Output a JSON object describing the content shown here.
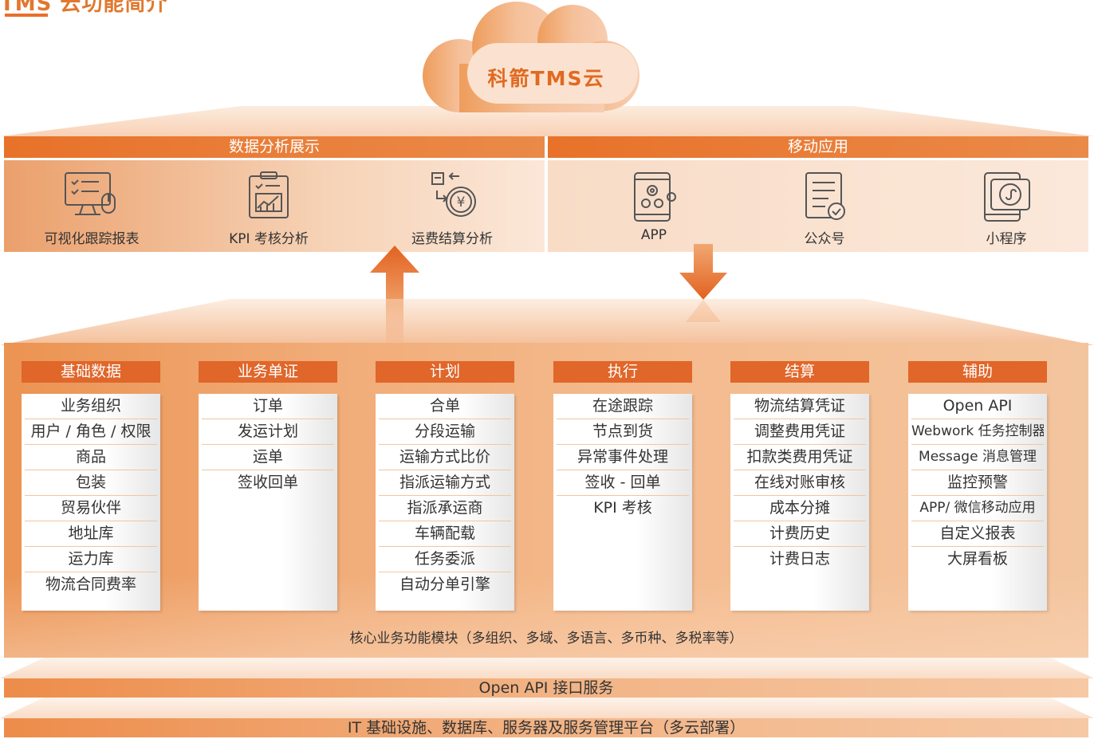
{
  "page": {
    "title": "TMS 云功能简介",
    "cloud_label": "科箭TMS云"
  },
  "colors": {
    "accent": "#e8702a",
    "header_dark": "#e0662a",
    "panel_light": "#fbe7d8"
  },
  "data_section": {
    "title": "数据分析展示",
    "items": [
      {
        "label": "可视化跟踪报表",
        "icon": "monitor-report-icon"
      },
      {
        "label": "KPI 考核分析",
        "icon": "clipboard-chart-icon"
      },
      {
        "label": "运费结算分析",
        "icon": "yuan-exchange-icon"
      }
    ]
  },
  "mobile_section": {
    "title": "移动应用",
    "items": [
      {
        "label": "APP",
        "icon": "tablet-gears-icon"
      },
      {
        "label": "公众号",
        "icon": "document-check-icon"
      },
      {
        "label": "小程序",
        "icon": "mini-program-icon"
      }
    ]
  },
  "modules": [
    {
      "title": "基础数据",
      "items": [
        "业务组织",
        "用户 / 角色 / 权限",
        "商品",
        "包装",
        "贸易伙伴",
        "地址库",
        "运力库",
        "物流合同费率"
      ]
    },
    {
      "title": "业务单证",
      "items": [
        "订单",
        "发运计划",
        "运单",
        "签收回单"
      ]
    },
    {
      "title": "计划",
      "items": [
        "合单",
        "分段运输",
        "运输方式比价",
        "指派运输方式",
        "指派承运商",
        "车辆配载",
        "任务委派",
        "自动分单引擎"
      ]
    },
    {
      "title": "执行",
      "items": [
        "在途跟踪",
        "节点到货",
        "异常事件处理",
        "签收 - 回单",
        "KPI 考核"
      ]
    },
    {
      "title": "结算",
      "items": [
        "物流结算凭证",
        "调整费用凭证",
        "扣款类费用凭证",
        "在线对账审核",
        "成本分摊",
        "计费历史",
        "计费日志"
      ]
    },
    {
      "title": "辅助",
      "items": [
        "Open API",
        "Webwork 任务控制器",
        "Message 消息管理",
        "监控预警",
        "APP/ 微信移动应用",
        "自定义报表",
        "大屏看板"
      ]
    }
  ],
  "core_caption": "核心业务功能模块（多组织、多域、多语言、多币种、多税率等）",
  "api_layer": "Open API 接口服务",
  "infra_layer": "IT 基础设施、数据库、服务器及服务管理平台（多云部署）"
}
